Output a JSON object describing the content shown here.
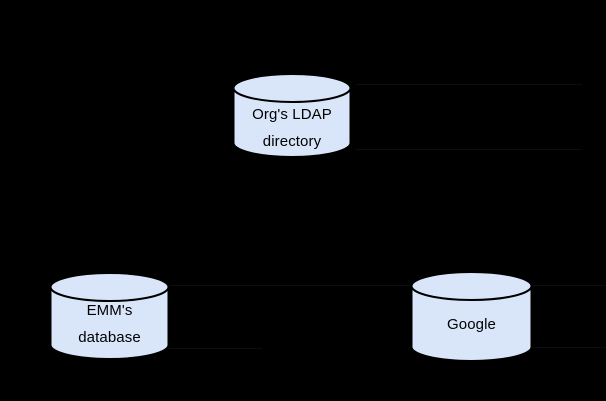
{
  "diagram": {
    "type": "database-sync-diagram",
    "nodes": {
      "ldap": {
        "shape": "database-cylinder",
        "line1": "Org's LDAP",
        "line2": "directory"
      },
      "emm": {
        "shape": "database-cylinder",
        "line1": "EMM's",
        "line2": "database"
      },
      "google": {
        "shape": "database-cylinder",
        "line1": "Google"
      }
    },
    "colors": {
      "background": "#000000",
      "cylinder_fill": "#d9e5f9",
      "cylinder_stroke": "#000000",
      "label_text": "#000000",
      "faint_guide_line": "#0d0d0d"
    }
  }
}
